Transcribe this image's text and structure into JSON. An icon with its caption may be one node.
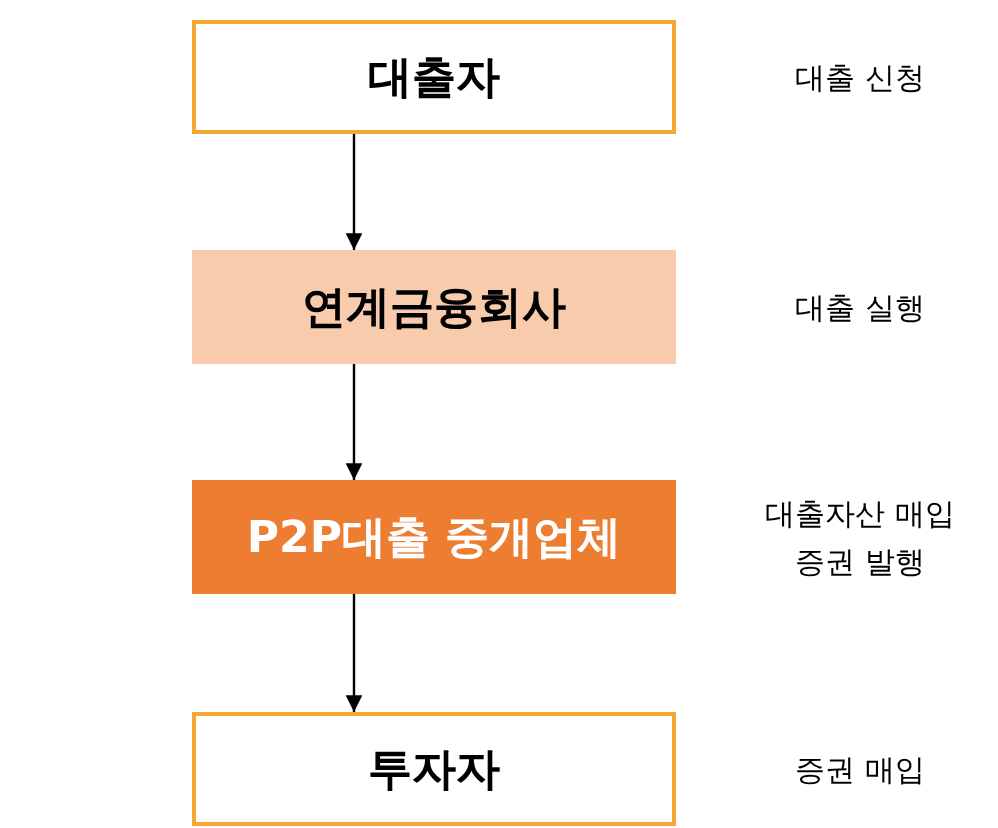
{
  "diagram": {
    "nodes": [
      {
        "text": [
          "대출자"
        ],
        "beside": [
          "대출 신청"
        ]
      },
      {
        "text": [
          "연계금융회사"
        ],
        "beside": [
          "대출 실행"
        ]
      },
      {
        "text": [
          "P2P대출 중개업체"
        ],
        "beside": [
          "대출자산 매입 증권 발행"
        ]
      },
      {
        "text": [
          "투자자"
        ]
      }
    ],
    "edges": [
      {
        "from": 0,
        "to": 1,
        "arrow": "to"
      },
      {
        "from": 1,
        "to": 2,
        "arrow": "to"
      },
      {
        "from": 2,
        "to": 3,
        "arrow": "to"
      }
    ],
    "labels": [
      "증권 매입"
    ]
  }
}
